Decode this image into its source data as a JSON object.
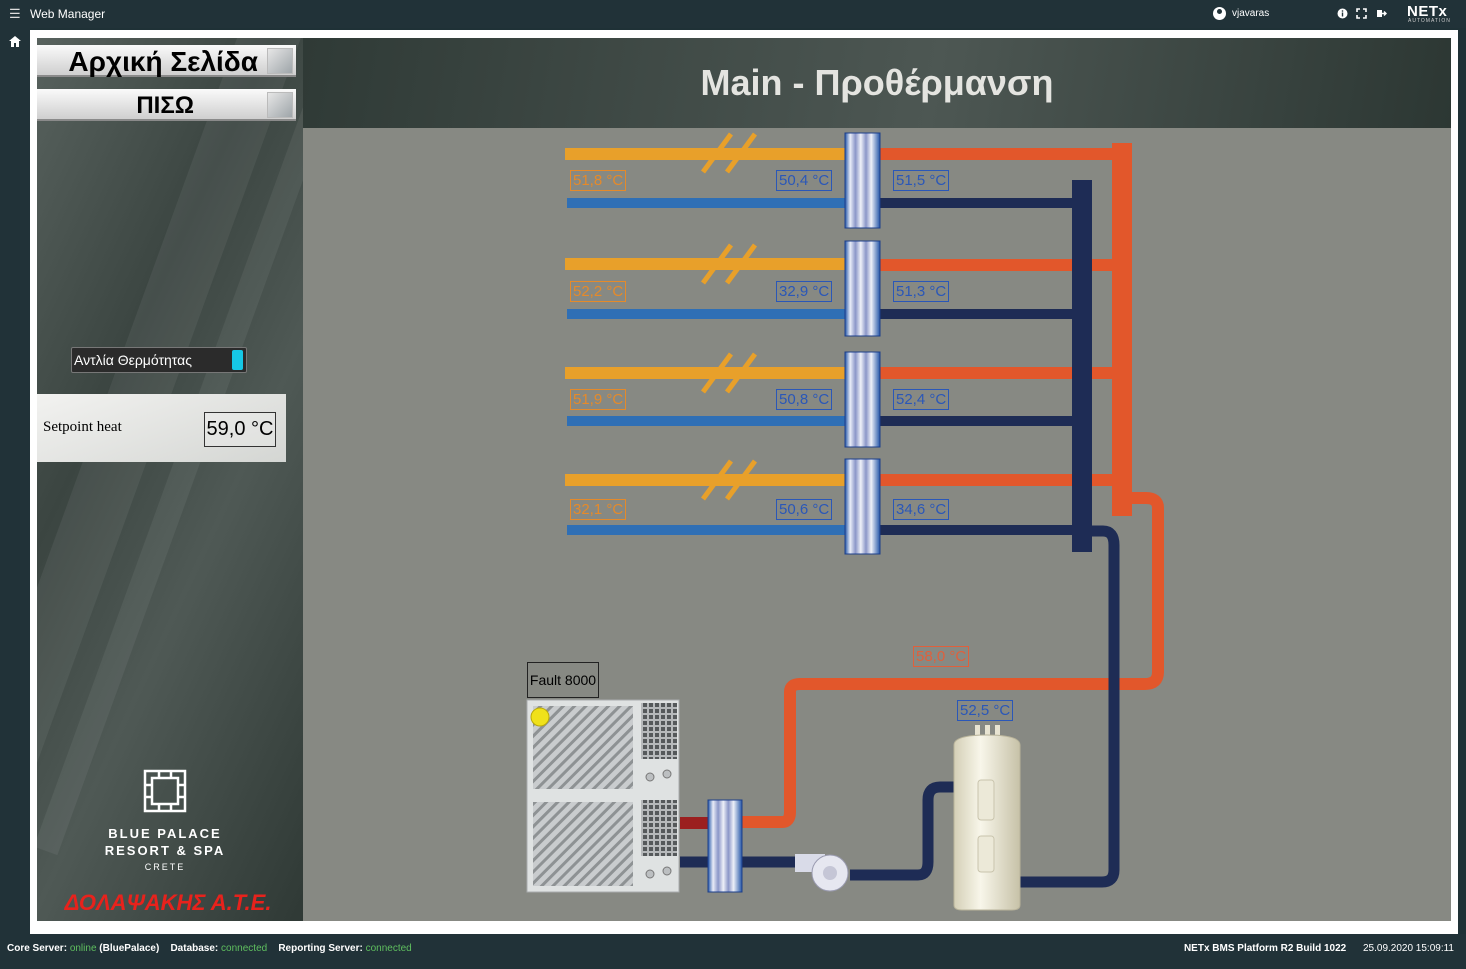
{
  "app": {
    "title": "Web Manager",
    "user": "vjavaras",
    "logo": "NETx",
    "logo_sub": "AUTOMATION"
  },
  "icons": {
    "menu": "menu-icon",
    "home": "home-icon",
    "user": "user-icon",
    "info": "info-icon",
    "fullscreen": "fullscreen-icon",
    "logout": "logout-icon"
  },
  "nav": {
    "home_label": "Αρχική Σελίδα",
    "back_label": "ΠΙΣΩ"
  },
  "pump": {
    "label": "Αντλία Θερμότητας",
    "state_color": "#16c8e6"
  },
  "setpoint": {
    "label": "Setpoint heat",
    "value": "59,0 °C"
  },
  "brand": {
    "line1": "BLUE PALACE",
    "line2": "RESORT & SPA",
    "line3": "CRETE",
    "company": "ΔΟΛΑΨΑΚΗΣ Α.Τ.Ε."
  },
  "page": {
    "title": "Main - Προθέρμανση"
  },
  "exchangers": [
    {
      "primary_in": "51,8 °C",
      "primary_return": "50,4 °C",
      "secondary_supply": "51,5 °C"
    },
    {
      "primary_in": "52,2 °C",
      "primary_return": "32,9 °C",
      "secondary_supply": "51,3 °C"
    },
    {
      "primary_in": "51,9 °C",
      "primary_return": "50,8 °C",
      "secondary_supply": "52,4 °C"
    },
    {
      "primary_in": "32,1 °C",
      "primary_return": "50,6 °C",
      "secondary_supply": "34,6 °C"
    }
  ],
  "main_supply_temp": "58,0 °C",
  "tank_temp": "52,5 °C",
  "heatpump_status": "Fault 8000",
  "colors": {
    "hot": "#e2572b",
    "cold": "#1e2c55",
    "primary_hot": "#e8a02a",
    "primary_cold": "#2f6fb5",
    "status_online": "#5fbf5f"
  },
  "footer": {
    "core_label": "Core Server:",
    "core_status": "online",
    "core_name": "(BluePalace)",
    "db_label": "Database:",
    "db_status": "connected",
    "report_label": "Reporting Server:",
    "report_status": "connected",
    "platform": "NETx BMS Platform R2 Build 1022",
    "datetime": "25.09.2020 15:09:11"
  }
}
